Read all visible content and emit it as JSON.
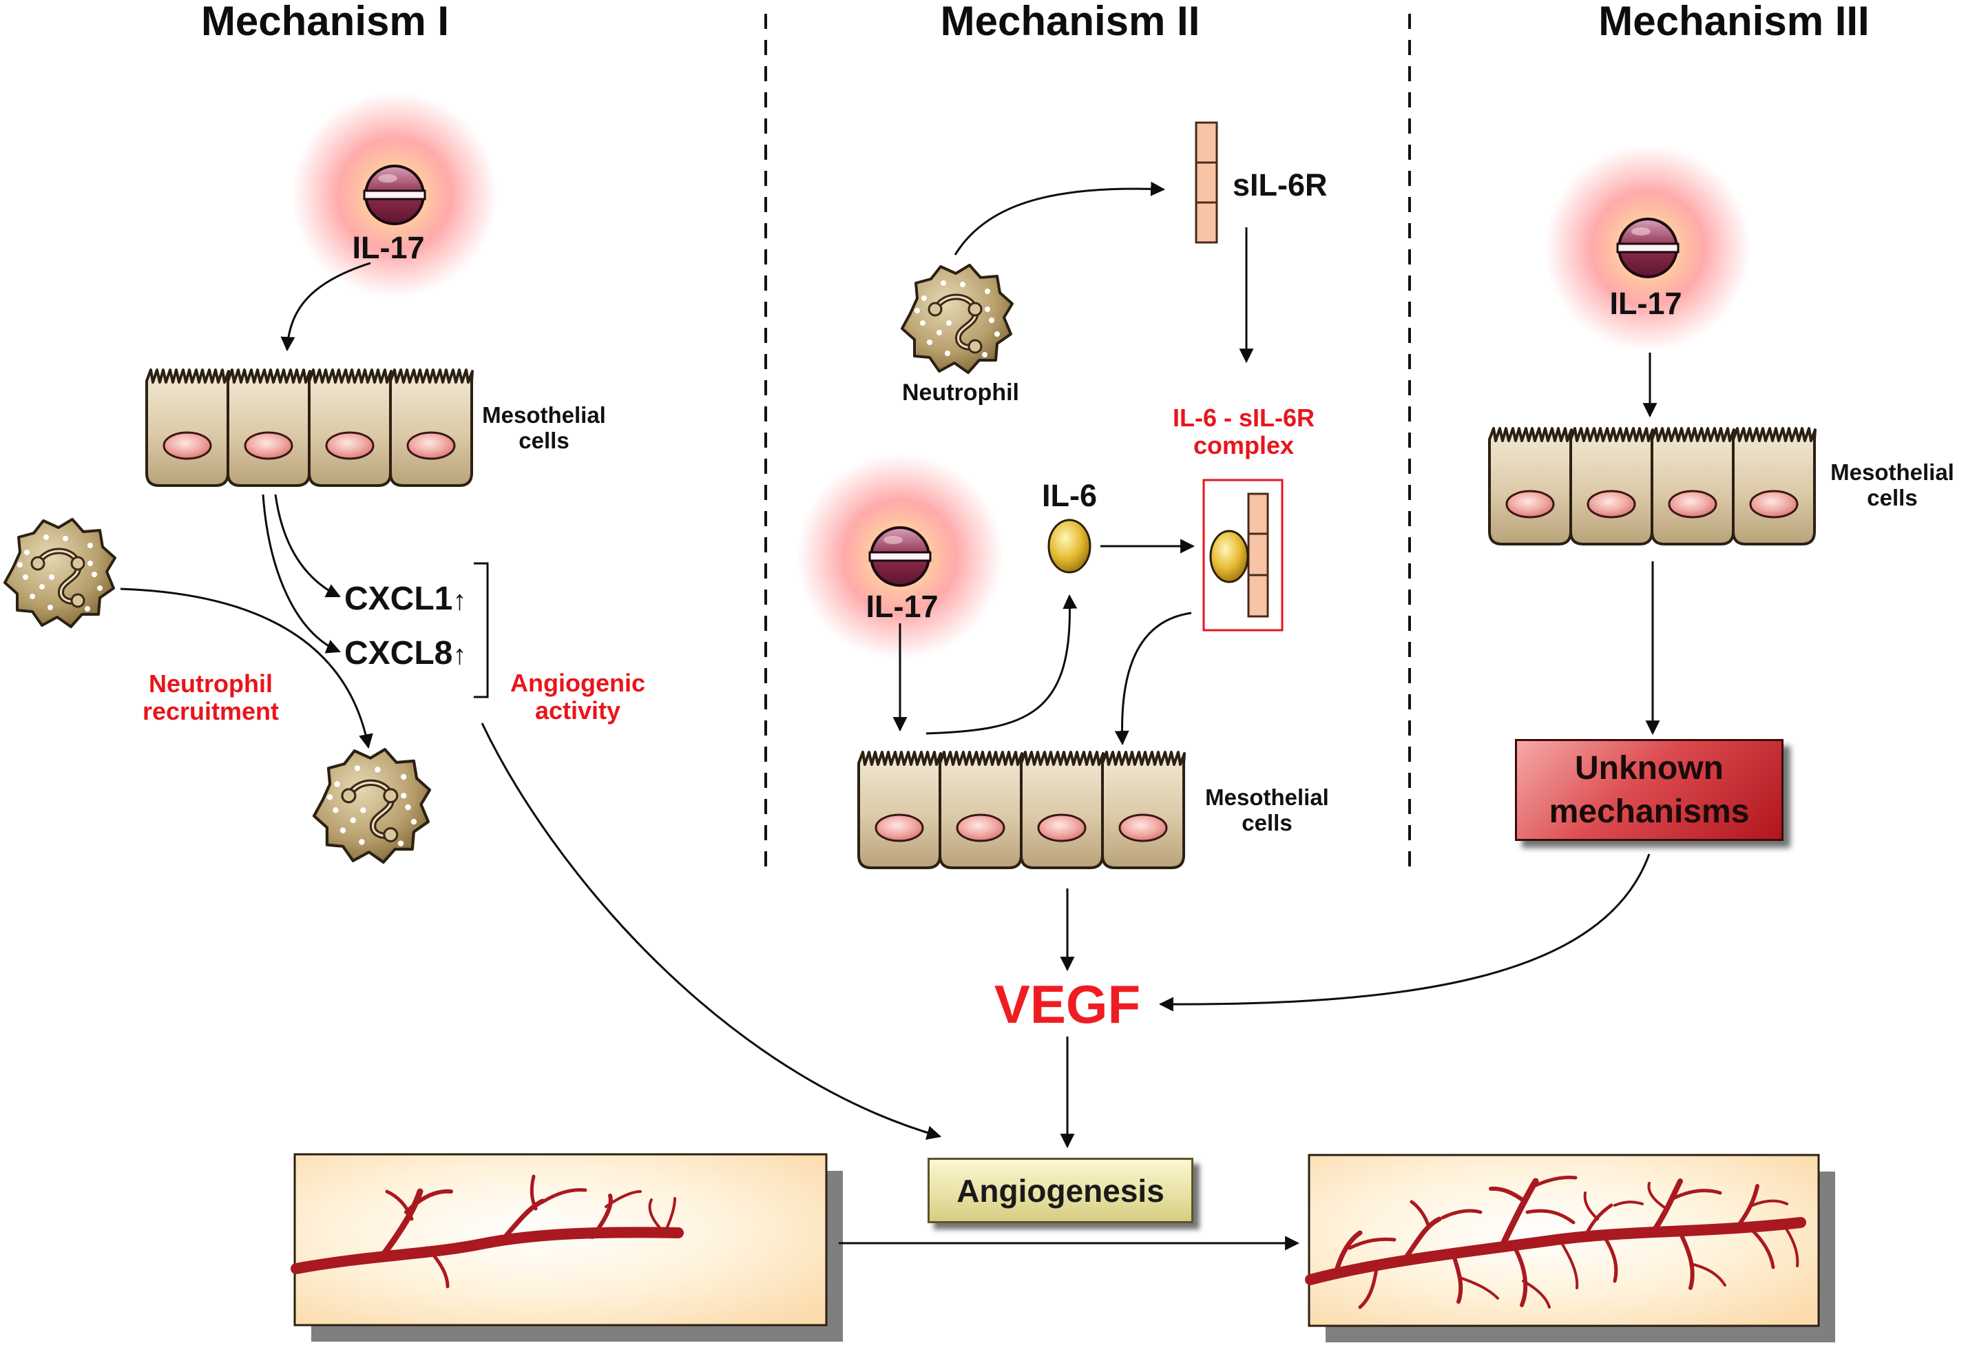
{
  "headers": {
    "mechanism_1": "Mechanism I",
    "mechanism_2": "Mechanism II",
    "mechanism_3": "Mechanism III"
  },
  "mechanism_1": {
    "cytokine": "IL-17",
    "cells_label": "Mesothelial\ncells",
    "chemokine_1": "CXCL1",
    "chemokine_2": "CXCL8",
    "up_arrow": "↑",
    "neutrophil_recruitment": "Neutrophil\nrecruitment",
    "angiogenic_activity": "Angiogenic\nactivity"
  },
  "mechanism_2": {
    "neutrophil": "Neutrophil",
    "receptor": "sIL-6R",
    "complex_label": "IL-6 - sIL-6R\ncomplex",
    "il6": "IL-6",
    "cytokine": "IL-17",
    "cells_label": "Mesothelial\ncells"
  },
  "mechanism_3": {
    "cytokine": "IL-17",
    "cells_label": "Mesothelial\ncells",
    "unknown": "Unknown\nmechanisms"
  },
  "vegf": "VEGF",
  "angiogenesis": "Angiogenesis",
  "colors": {
    "red_text": "#e8151b",
    "vegf": "#ef1c22",
    "vessel": "#a9191f",
    "cell_fill": "#d8c6a4",
    "nucleus": "#f0a7a2",
    "cytokine": "#8a2a48",
    "il6": "#e1b730",
    "receptor": "#f8c4a6",
    "neutrophil": "#b49a66",
    "panel_bg": "#fff0d2"
  },
  "icons": [
    "il17-cytokine-icon",
    "neutrophil-icon",
    "mesothelial-cell-icon",
    "il6-molecule-icon",
    "sil6r-receptor-icon",
    "blood-vessel-icon"
  ]
}
